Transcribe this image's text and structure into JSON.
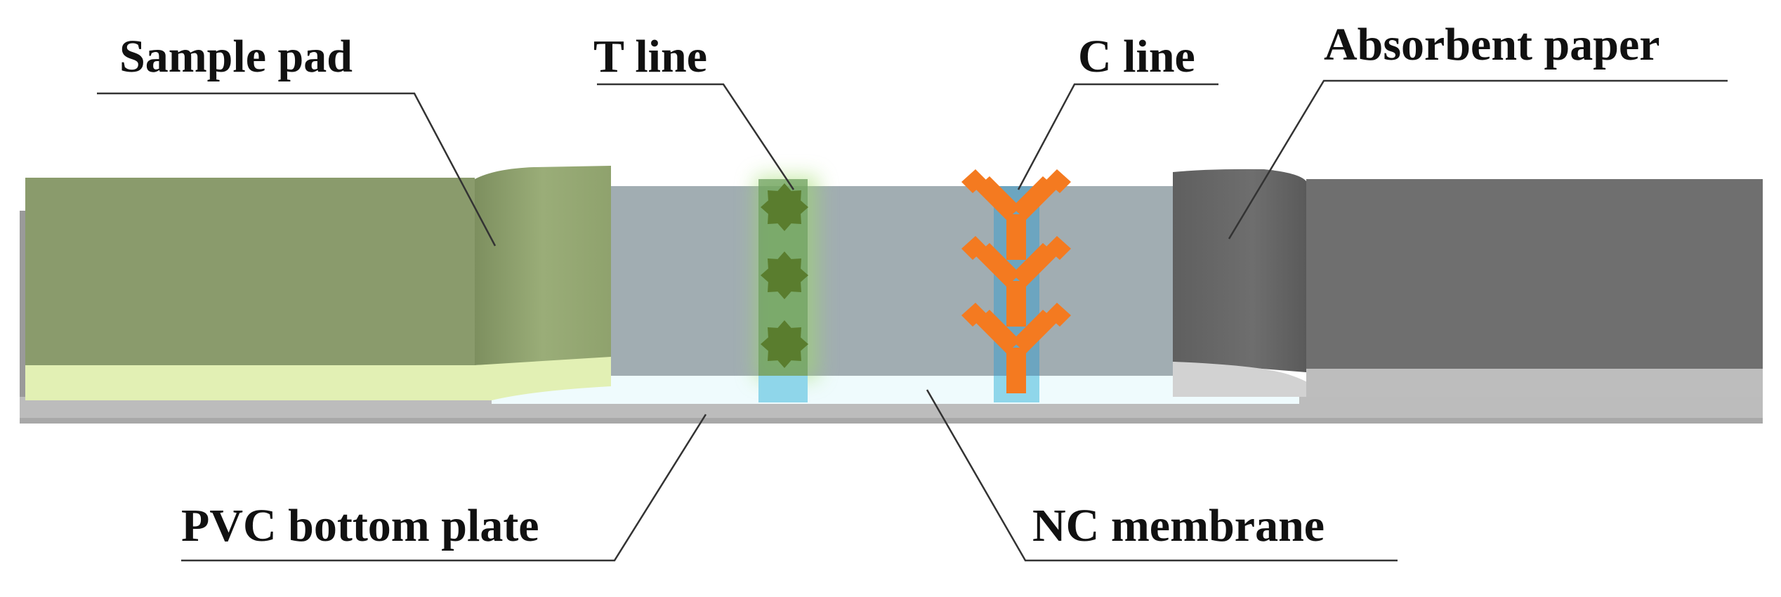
{
  "labels": {
    "sample_pad": "Sample pad",
    "t_line": "T line",
    "c_line": "C line",
    "absorbent_paper": "Absorbent paper",
    "pvc_bottom_plate": "PVC bottom plate",
    "nc_membrane": "NC membrane"
  },
  "colors": {
    "sample_pad_top": "#8a9b6c",
    "sample_pad_edge": "#e2f0b4",
    "nc_membrane": "#a1adb2",
    "nc_edge": "#effbfd",
    "pvc_plate": "#bcbcbc",
    "absorbent_front": "#6f6f6f",
    "absorbent_edge": "#d2d2d2",
    "t_line_marker": "#5a7d2e",
    "t_line_glow": "#9fdc6b",
    "c_line_antibody": "#f47a20",
    "c_line_strip": "#5ba3c4",
    "leader_line": "#333333"
  },
  "icons": [
    "star-marker-icon",
    "antibody-y-icon"
  ]
}
